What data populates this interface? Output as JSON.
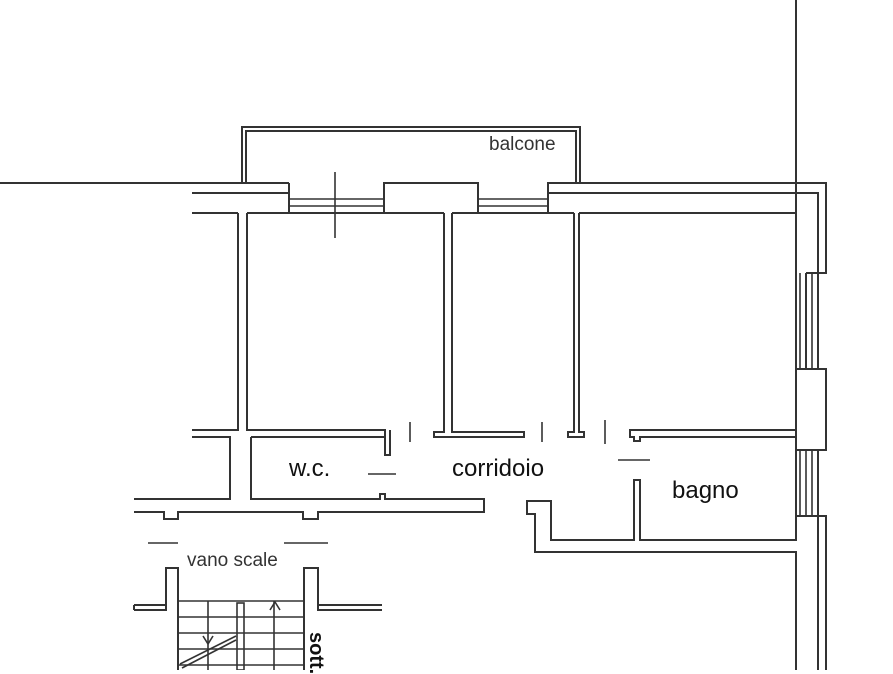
{
  "plan": {
    "type": "floor-plan",
    "line_color": "#333333",
    "background": "#ffffff",
    "rooms": [
      {
        "id": "balcone",
        "label": "balcone"
      },
      {
        "id": "wc",
        "label": "w.c."
      },
      {
        "id": "corridoio",
        "label": "corridoio"
      },
      {
        "id": "bagno",
        "label": "bagno"
      },
      {
        "id": "vano_scale",
        "label": "vano scale"
      },
      {
        "id": "sott",
        "label": "sott."
      }
    ]
  }
}
